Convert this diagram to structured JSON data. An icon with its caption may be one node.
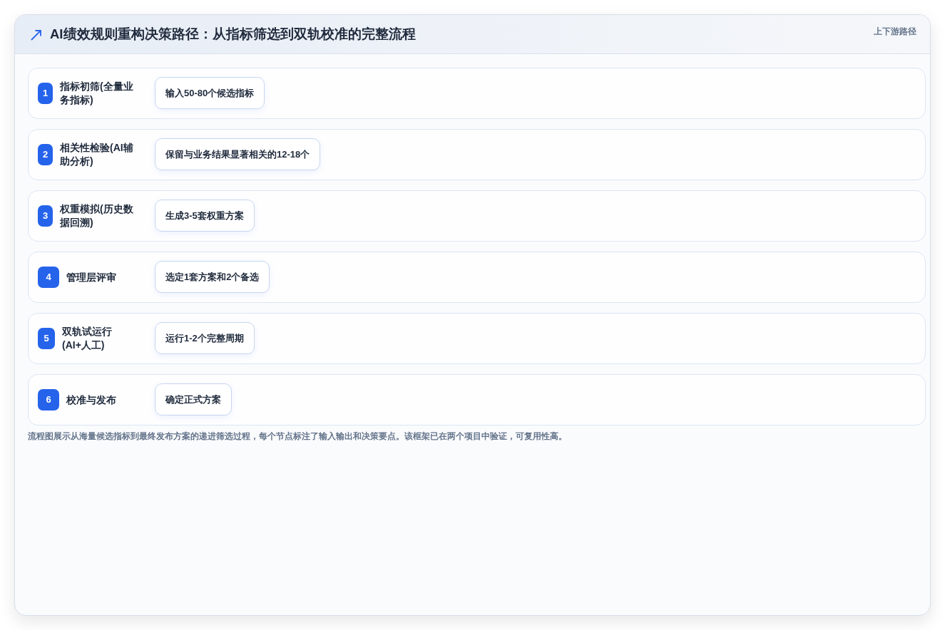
{
  "diagram": {
    "title": "AI绩效规则重构决策路径：从指标筛选到双轨校准的完整流程",
    "caption": "流程图展示从海量候选指标到最终发布方案的递进筛选过程，每个节点标注了输入输出和决策要点。该框架已在两个项目中验证，可复用性高。",
    "nodes": [
      {
        "text": [
          "指标初筛(全量业务指标)"
        ]
      },
      {
        "text": [
          "1"
        ],
        "in": 0
      },
      {
        "text": [
          "输入50-80个候选指标"
        ],
        "in": 0
      },
      {
        "text": [
          "相关性检验(AI辅助分析)"
        ]
      },
      {
        "text": [
          "2"
        ],
        "in": 3
      },
      {
        "text": [
          "保留与业务结果显著相关的12-18个"
        ],
        "in": 3
      },
      {
        "text": [
          "权重模拟(历史数据回溯)"
        ]
      },
      {
        "text": [
          "3"
        ],
        "in": 6
      },
      {
        "text": [
          "生成3-5套权重方案"
        ],
        "in": 6
      },
      {
        "text": [
          "管理层评审"
        ]
      },
      {
        "text": [
          "4"
        ],
        "in": 9
      },
      {
        "text": [
          "选定1套方案和2个备选"
        ],
        "in": 9
      },
      {
        "text": [
          "双轨试运行(AI+人工)"
        ]
      },
      {
        "text": [
          "5"
        ],
        "in": 12
      },
      {
        "text": [
          "运行1-2个完整周期"
        ],
        "in": 12
      },
      {
        "text": [
          "校准与发布"
        ]
      },
      {
        "text": [
          "6"
        ],
        "in": 15
      },
      {
        "text": [
          "确定正式方案"
        ],
        "in": 15
      }
    ],
    "labels": [
      "上下游路径"
    ]
  }
}
